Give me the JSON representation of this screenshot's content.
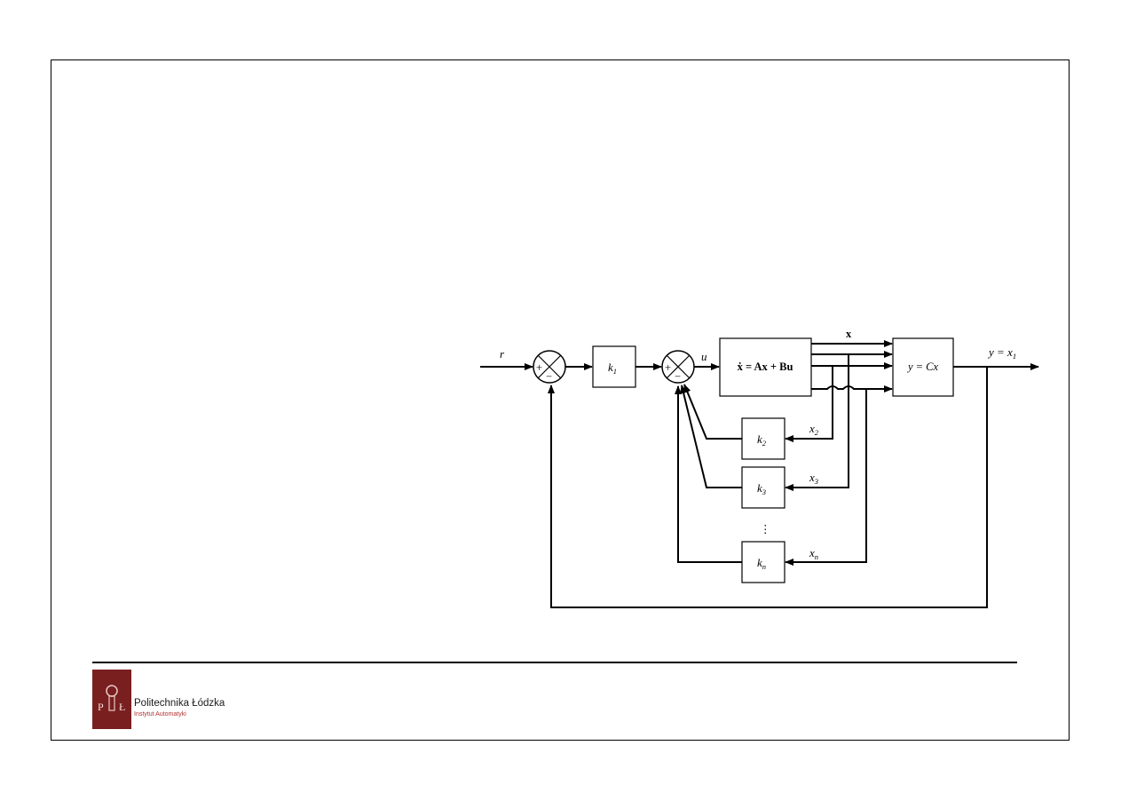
{
  "diagram": {
    "input_label": "r",
    "control_label": "u",
    "state_label": "x",
    "output_label": "y = x",
    "output_sub": "1",
    "gain1": "k",
    "gain1_sub": "1",
    "gain2": "k",
    "gain2_sub": "2",
    "gain3": "k",
    "gain3_sub": "3",
    "gainn": "k",
    "gainn_sub": "n",
    "state2": "x",
    "state2_sub": "2",
    "state3": "x",
    "state3_sub": "3",
    "staten": "x",
    "staten_sub": "n",
    "plant_eq": "ẋ = Ax + Bu",
    "output_eq": "y = Cx",
    "plus": "+",
    "minus": "−",
    "dots": "⋮"
  },
  "footer": {
    "org_name": "Politechnika Łódzka",
    "org_sub": "Instytut Automatyki"
  },
  "colors": {
    "logo": "#7a1f1f",
    "subtitle": "#b03030"
  },
  "icons": {
    "logo": "pl-logo-icon"
  }
}
